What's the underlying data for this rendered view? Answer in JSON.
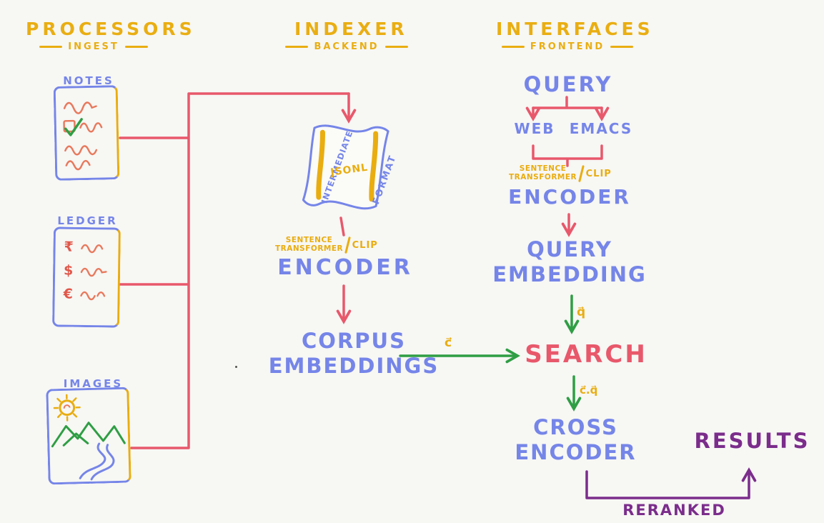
{
  "colors": {
    "background": "#f7f7f4",
    "yellow": "#e9ae12",
    "blue": "#7585e8",
    "red": "#e8586b",
    "green": "#2f9e44",
    "purple": "#7b2d8b",
    "orange": "#e8795c"
  },
  "headers": {
    "processors": {
      "title": "PROCESSORS",
      "subtitle": "INGEST"
    },
    "indexer": {
      "title": "INDEXER",
      "subtitle": "BACKEND"
    },
    "interfaces": {
      "title": "INTERFACES",
      "subtitle": "FRONTEND"
    }
  },
  "sources": {
    "notes": "NOTES",
    "ledger": "LEDGER",
    "images": "IMAGES",
    "currencies": {
      "rupee": "₹",
      "dollar": "$",
      "euro": "€"
    }
  },
  "encoder_model": {
    "line1": "SENTENCE",
    "line2": "TRANSFORMER",
    "alt": "CLIP"
  },
  "indexer_flow": {
    "scroll_left": "INTERMEDIATE",
    "scroll_center": "JSONL",
    "scroll_right": "FORMAT",
    "encoder": "ENCODER",
    "corpus_embeddings": "CORPUS\nEMBEDDINGS"
  },
  "interfaces_flow": {
    "query": "QUERY",
    "web": "WEB",
    "emacs": "EMACS",
    "encoder": "ENCODER",
    "query_embedding": "QUERY\nEMBEDDING",
    "search": "SEARCH",
    "cross_encoder": "CROSS\nENCODER",
    "results": "RESULTS",
    "reranked": "RERANKED"
  },
  "edge_labels": {
    "corpus_vector": "c⃗",
    "query_vector": "q⃗",
    "dot_product": "c⃗.q⃗"
  }
}
